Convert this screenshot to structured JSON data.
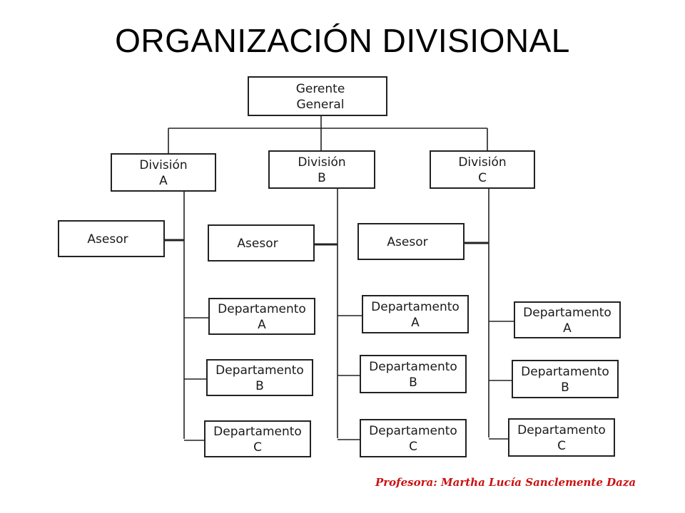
{
  "title": "ORGANIZACIÓN DIVISIONAL",
  "footer": "Profesora: Martha Lucía Sanclemente Daza",
  "org": {
    "root": {
      "line1": "Gerente",
      "line2": "General"
    },
    "divisions": [
      {
        "line1": "División",
        "line2": "A",
        "asesor": "Asesor",
        "departments": [
          {
            "line1": "Departamento",
            "line2": "A"
          },
          {
            "line1": "Departamento",
            "line2": "B"
          },
          {
            "line1": "Departamento",
            "line2": "C"
          }
        ]
      },
      {
        "line1": "División",
        "line2": "B",
        "asesor": "Asesor",
        "departments": [
          {
            "line1": "Departamento",
            "line2": "A"
          },
          {
            "line1": "Departamento",
            "line2": "B"
          },
          {
            "line1": "Departamento",
            "line2": "C"
          }
        ]
      },
      {
        "line1": "División",
        "line2": "C",
        "asesor": "Asesor",
        "departments": [
          {
            "line1": "Departamento",
            "line2": "A"
          },
          {
            "line1": "Departamento",
            "line2": "B"
          },
          {
            "line1": "Departamento",
            "line2": "C"
          }
        ]
      }
    ]
  }
}
